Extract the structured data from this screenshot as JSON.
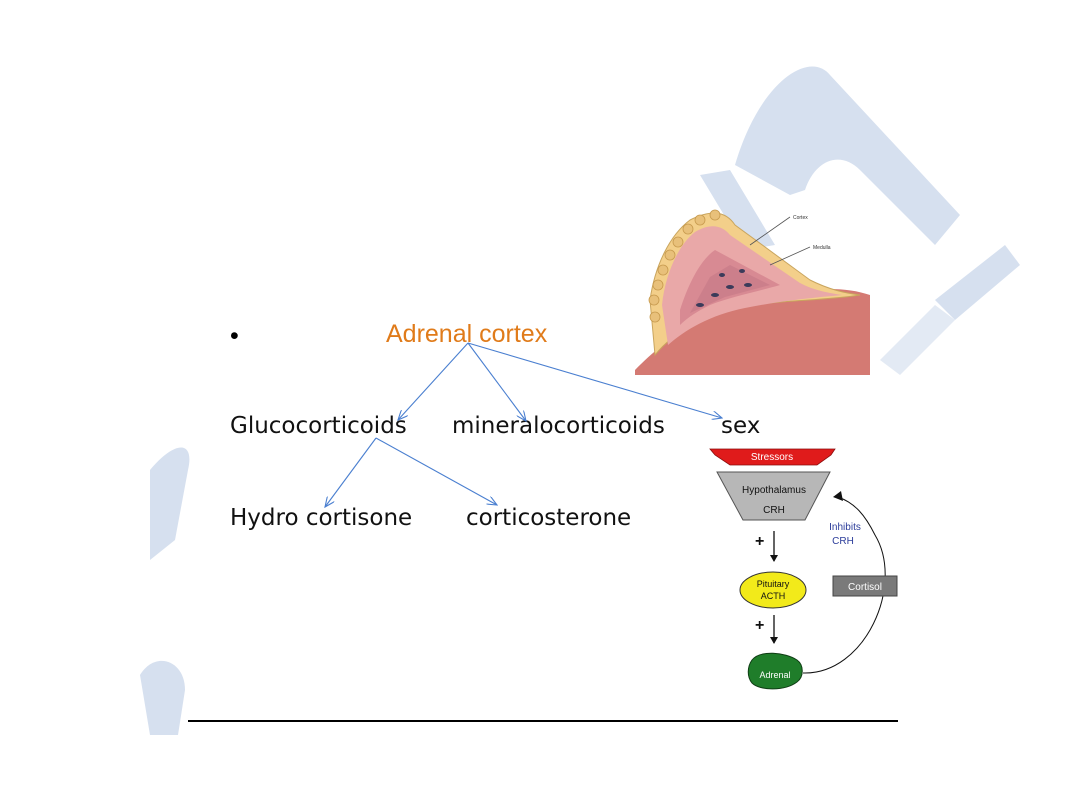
{
  "slide": {
    "bullet": "•",
    "heading": "Adrenal cortex",
    "level1": [
      "Glucocorticoids",
      "mineralocorticoids",
      "sex"
    ],
    "level2": [
      "Hydro cortisone",
      "corticosterone"
    ]
  },
  "gland_image": {
    "labels": [
      "Cortex",
      "Medulla"
    ]
  },
  "hpa_diagram": {
    "stressors": "Stressors",
    "hypothalamus": "Hypothalamus",
    "crh": "CRH",
    "plus1": "+",
    "pituitary": "Pituitary",
    "acth": "ACTH",
    "plus2": "+",
    "adrenal": "Adrenal",
    "cortisol": "Cortisol",
    "inhibits": "Inhibits",
    "inhibits_crh": "CRH"
  },
  "colors": {
    "heading": "#e07b1a",
    "arrow": "#4a7fd0",
    "watermark": "#d6e0ef",
    "stressors": "#e01b1b",
    "pituitary": "#f2ea1a",
    "adrenal": "#1f7d2a",
    "cortisol_box": "#7a7a7a"
  }
}
